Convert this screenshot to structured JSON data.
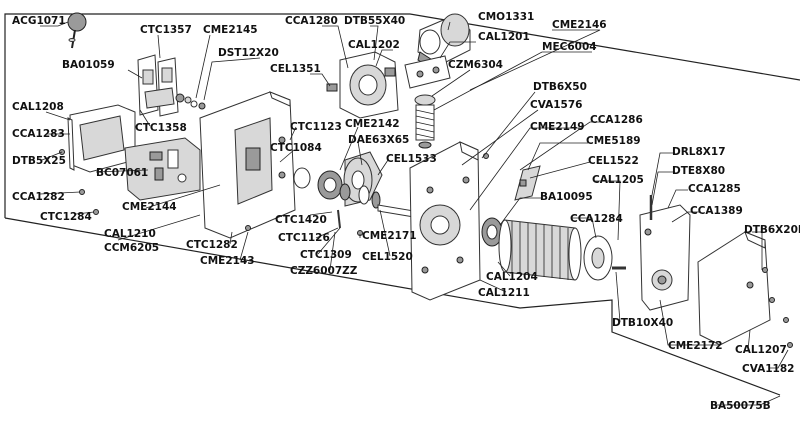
{
  "diagram": {
    "labels": {
      "acg1071": "ACG1071",
      "ctc1357": "CTC1357",
      "cme2145": "CME2145",
      "cca1280": "CCA1280",
      "dtb55x40": "DTB55X40",
      "cmo1331": "CMO1331",
      "cme2146": "CME2146",
      "cal1202": "CAL1202",
      "cal1201": "CAL1201",
      "dst12x20": "DST12X20",
      "mec6004": "MEC6004",
      "ba01059": "BA01059",
      "cel1351": "CEL1351",
      "czm6304": "CZM6304",
      "dtb6x50": "DTB6X50",
      "cal1208": "CAL1208",
      "cva1576": "CVA1576",
      "cca1283": "CCA1283",
      "ctc1358": "CTC1358",
      "ctc1123": "CTC1123",
      "cme2142": "CME2142",
      "cme2149": "CME2149",
      "cca1286": "CCA1286",
      "dae63x65": "DAE63X65",
      "cme5189": "CME5189",
      "ctc1084": "CTC1084",
      "dtb5x25": "DTB5X25",
      "cel1533": "CEL1533",
      "drl8x17": "DRL8X17",
      "cel1522": "CEL1522",
      "bc07061": "BC07061",
      "dte8x80": "DTE8X80",
      "cal1205": "CAL1205",
      "cca1282": "CCA1282",
      "cca1285": "CCA1285",
      "cme2144": "CME2144",
      "ba10095": "BA10095",
      "ctc1284": "CTC1284",
      "cca1389": "CCA1389",
      "cal1210": "CAL1210",
      "ctc1420": "CTC1420",
      "cca1284": "CCA1284",
      "dtb6x20i": "DTB6X20I",
      "ccm6205": "CCM6205",
      "ctc1126": "CTC1126",
      "cme2171": "CME2171",
      "ctc1282": "CTC1282",
      "cme2143": "CME2143",
      "ctc1309": "CTC1309",
      "cel1520": "CEL1520",
      "czz6007zz": "CZZ6007ZZ",
      "cal1204": "CAL1204",
      "cal1211": "CAL1211",
      "dtb10x40": "DTB10X40",
      "cme2172": "CME2172",
      "cal1207": "CAL1207",
      "cva1182": "CVA1182",
      "ba50075b": "BA50075B"
    }
  }
}
